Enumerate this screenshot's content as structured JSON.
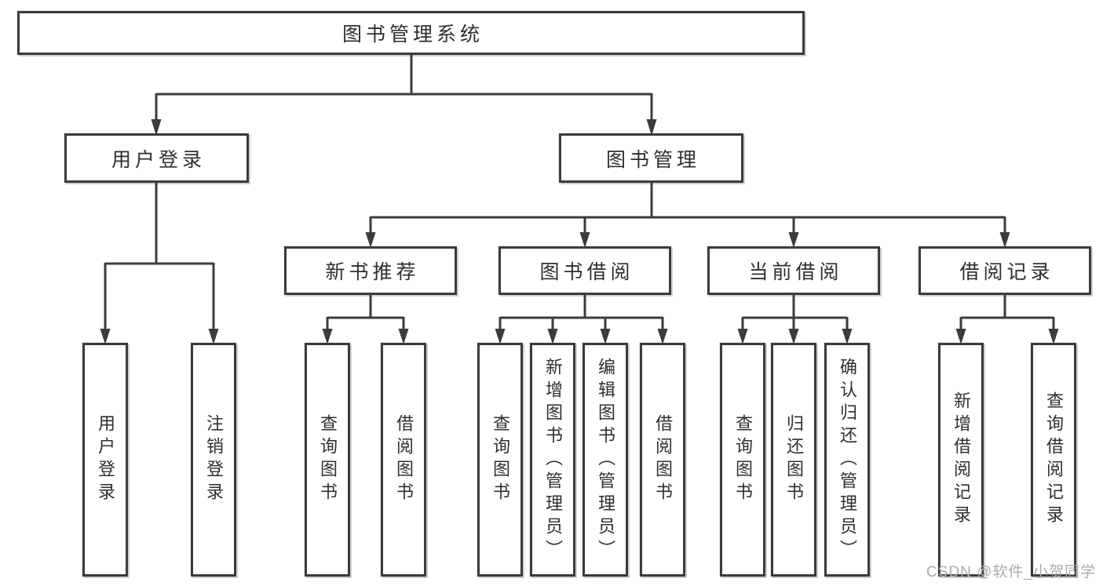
{
  "diagram": {
    "title": "图书管理系统",
    "root": "图书管理系统",
    "level2": {
      "user_login": "用户登录",
      "book_mgmt": "图书管理"
    },
    "level3": {
      "new_books": "新书推荐",
      "book_borrow": "图书借阅",
      "current_borrow": "当前借阅",
      "borrow_records": "借阅记录"
    },
    "leaves": {
      "user_login": [
        "用户登录",
        "注销登录"
      ],
      "new_books": [
        "查询图书",
        "借阅图书"
      ],
      "book_borrow": [
        "查询图书",
        "新增图书（管理员）",
        "编辑图书（管理员）",
        "借阅图书"
      ],
      "current_borrow": [
        "查询图书",
        "归还图书",
        "确认归还（管理员）"
      ],
      "borrow_records": [
        "新增借阅记录",
        "查询借阅记录"
      ]
    }
  },
  "watermark": "CSDN @软件_小贺同学",
  "colors": {
    "line": "#3b3b3b",
    "text": "#2f2f2f",
    "watermark": "#ababab",
    "background": "#ffffff"
  }
}
